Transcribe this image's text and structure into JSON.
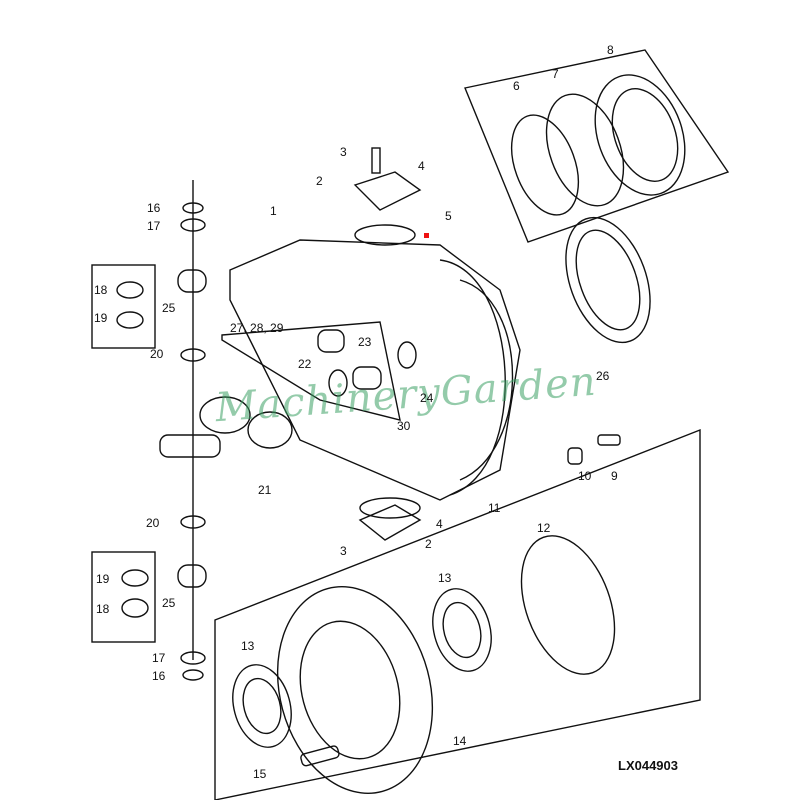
{
  "diagram": {
    "catalog_code": "LX044903",
    "watermark": "MachineryGarden",
    "labels": [
      {
        "id": "1",
        "text": "1"
      },
      {
        "id": "2a",
        "text": "2"
      },
      {
        "id": "3a",
        "text": "3"
      },
      {
        "id": "4a",
        "text": "4"
      },
      {
        "id": "5",
        "text": "5"
      },
      {
        "id": "6",
        "text": "6"
      },
      {
        "id": "7",
        "text": "7"
      },
      {
        "id": "8",
        "text": "8"
      },
      {
        "id": "9",
        "text": "9"
      },
      {
        "id": "10",
        "text": "10"
      },
      {
        "id": "11",
        "text": "11"
      },
      {
        "id": "12",
        "text": "12"
      },
      {
        "id": "13a",
        "text": "13"
      },
      {
        "id": "13b",
        "text": "13"
      },
      {
        "id": "14",
        "text": "14"
      },
      {
        "id": "15",
        "text": "15"
      },
      {
        "id": "16a",
        "text": "16"
      },
      {
        "id": "16b",
        "text": "16"
      },
      {
        "id": "17a",
        "text": "17"
      },
      {
        "id": "17b",
        "text": "17"
      },
      {
        "id": "18a",
        "text": "18"
      },
      {
        "id": "18b",
        "text": "18"
      },
      {
        "id": "19a",
        "text": "19"
      },
      {
        "id": "19b",
        "text": "19"
      },
      {
        "id": "20a",
        "text": "20"
      },
      {
        "id": "20b",
        "text": "20"
      },
      {
        "id": "21",
        "text": "21"
      },
      {
        "id": "22",
        "text": "22"
      },
      {
        "id": "23",
        "text": "23"
      },
      {
        "id": "24",
        "text": "24"
      },
      {
        "id": "25a",
        "text": "25"
      },
      {
        "id": "25b",
        "text": "25"
      },
      {
        "id": "26",
        "text": "26"
      },
      {
        "id": "27-29",
        "text": "27, 28, 29"
      },
      {
        "id": "30",
        "text": "30"
      },
      {
        "id": "2b",
        "text": "2"
      },
      {
        "id": "3b",
        "text": "3"
      },
      {
        "id": "4b",
        "text": "4"
      }
    ]
  }
}
